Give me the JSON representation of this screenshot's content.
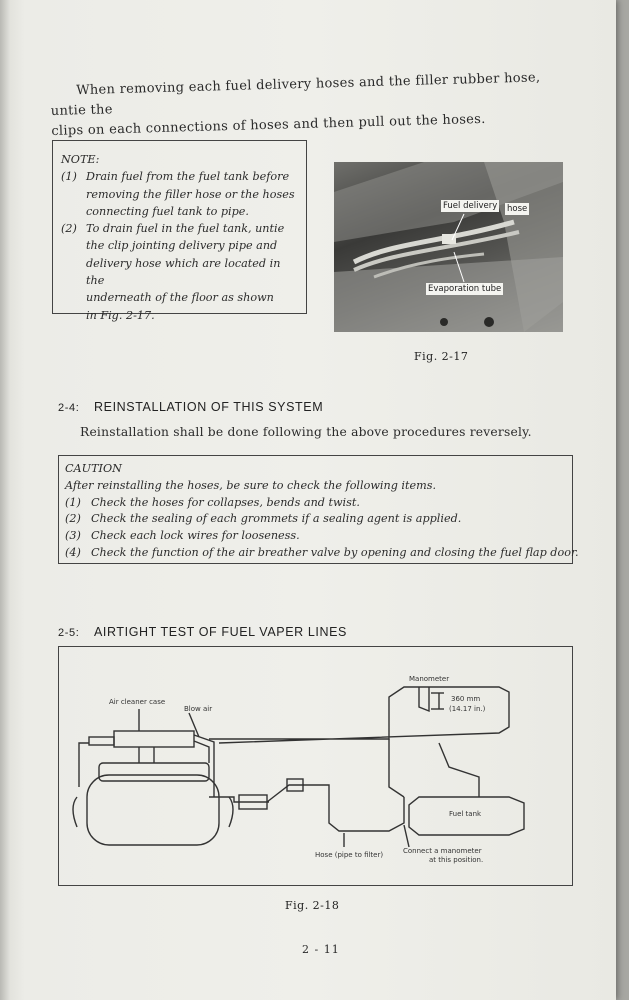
{
  "intro": {
    "line1": "When removing each fuel delivery hoses and the filler rubber hose, untie the",
    "line2": "clips on each connections of hoses and then pull out the hoses."
  },
  "note": {
    "heading": "NOTE:",
    "items": [
      {
        "num": "(1)",
        "lines": [
          "Drain fuel from the fuel tank before",
          "removing the filler hose or the hoses",
          "connecting fuel tank to pipe."
        ]
      },
      {
        "num": "(2)",
        "lines": [
          "To drain fuel in the fuel tank, untie",
          "the clip jointing delivery pipe and",
          "delivery hose which are located in the",
          "underneath of the floor as shown",
          "in Fig. 2-17."
        ]
      }
    ]
  },
  "photo": {
    "label_fuel_delivery": "Fuel delivery",
    "label_hose": "hose",
    "label_evaporation": "Evaporation tube"
  },
  "fig1_caption": "Fig. 2-17",
  "section_24": {
    "number": "2-4:",
    "title": "REINSTALLATION OF THIS SYSTEM"
  },
  "reinstall_text": "Reinstallation shall be done following the above procedures reversely.",
  "caution": {
    "heading": "CAUTION",
    "intro": "After reinstalling the hoses, be sure to check the following items.",
    "items": [
      {
        "num": "(1)",
        "text": "Check the hoses for collapses, bends and twist."
      },
      {
        "num": "(2)",
        "text": "Check the sealing of each grommets if a sealing agent is applied."
      },
      {
        "num": "(3)",
        "text": "Check each lock wires for looseness."
      },
      {
        "num": "(4)",
        "text": "Check the function of the air breather valve by opening and closing the fuel flap door."
      }
    ]
  },
  "section_25": {
    "number": "2-5:",
    "title": "AIRTIGHT TEST OF FUEL VAPER LINES"
  },
  "diagram": {
    "air_cleaner_case": "Air cleaner case",
    "blow_air": "Blow air",
    "manometer": "Manometer",
    "height_mm": "360 mm",
    "height_in": "(14.17 in.)",
    "fuel_tank": "Fuel tank",
    "hose_label": "Hose (pipe to filter)",
    "connect_line1": "Connect a manometer",
    "connect_line2": "at this position."
  },
  "fig2_caption": "Fig. 2-18",
  "page_number": "2 - 11"
}
